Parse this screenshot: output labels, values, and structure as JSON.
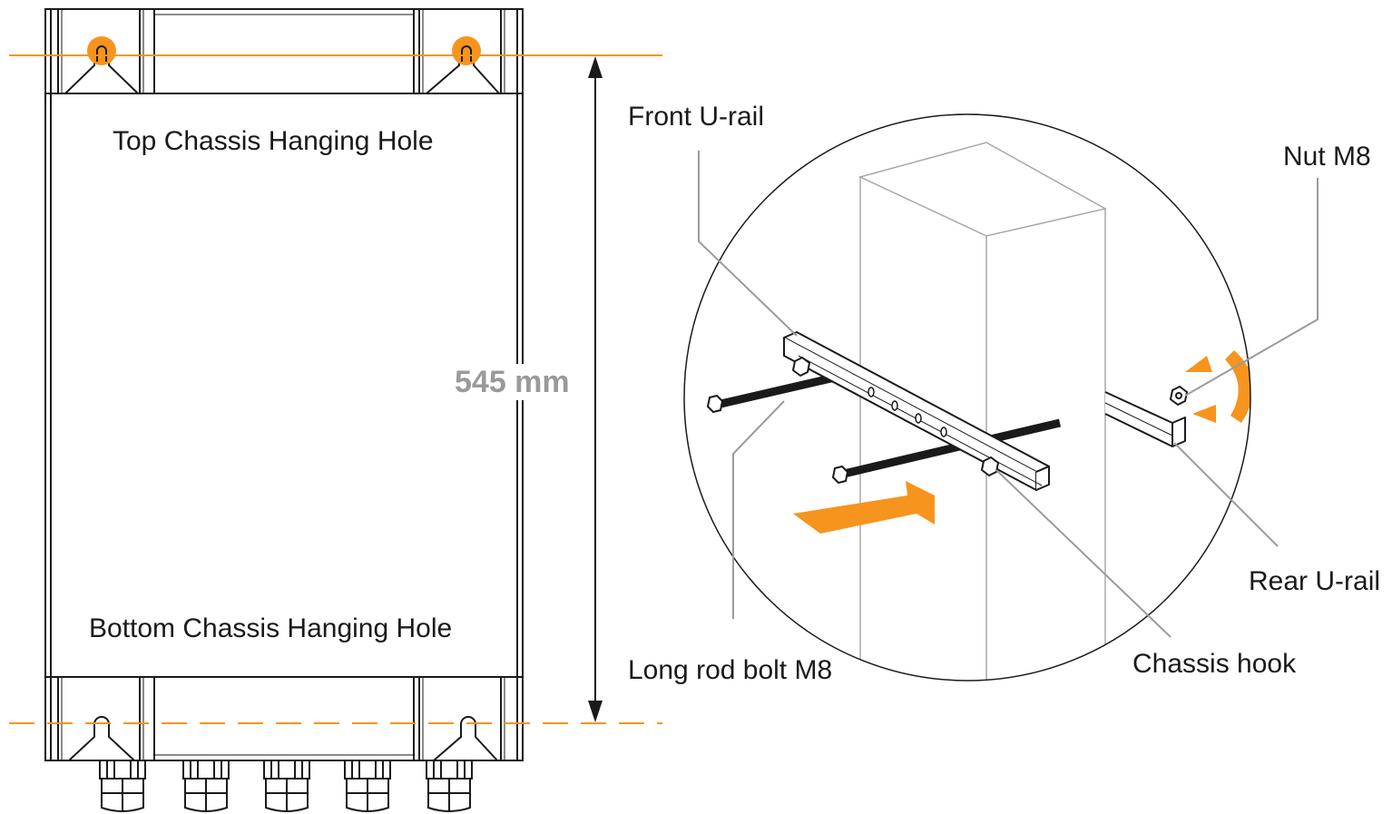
{
  "labels": {
    "top_hole": "Top Chassis Hanging Hole",
    "bottom_hole": "Bottom Chassis Hanging Hole",
    "dimension": "545 mm",
    "front_rail": "Front U-rail",
    "nut": "Nut M8",
    "rear_rail": "Rear U-rail",
    "long_bolt": "Long rod bolt M8",
    "chassis_hook": "Chassis hook"
  },
  "colors": {
    "accent": "#f7941d",
    "line": "#1a1a1a",
    "leader": "#9b9b9b",
    "dimension_text": "#9a9a9a"
  },
  "icons": [
    "hanging-hole-icon",
    "cable-gland-icon",
    "hex-bolt-icon",
    "hex-nut-icon",
    "rotate-arrow-icon",
    "push-arrow-icon"
  ]
}
